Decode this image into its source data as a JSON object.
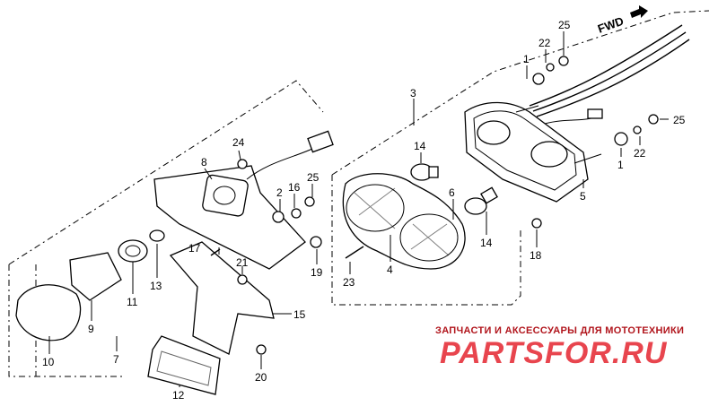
{
  "fwd_label": "FWD",
  "callouts": [
    "1",
    "22",
    "25",
    "3",
    "14",
    "6",
    "5",
    "1",
    "22",
    "25",
    "24",
    "8",
    "2",
    "16",
    "25",
    "17",
    "21",
    "13",
    "19",
    "4",
    "14",
    "18",
    "23",
    "11",
    "9",
    "10",
    "7",
    "15",
    "12",
    "20"
  ],
  "watermark": {
    "subtitle": "ЗАПЧАСТИ И АКСЕССУАРЫ ДЛЯ МОТОТЕХНИКИ",
    "brand": "PARTSFOR.RU",
    "color": "#e8454e"
  }
}
